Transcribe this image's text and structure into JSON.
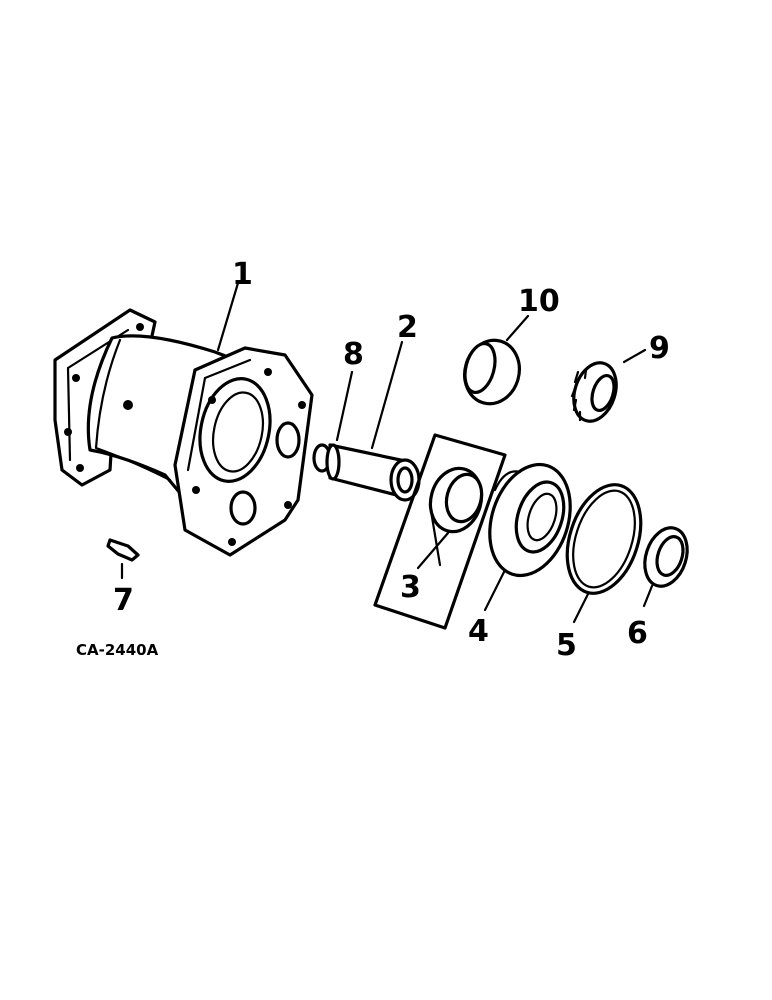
{
  "callouts": {
    "c1": "1",
    "c2": "2",
    "c3": "3",
    "c4": "4",
    "c5": "5",
    "c6": "6",
    "c7": "7",
    "c8": "8",
    "c9": "9",
    "c10": "10"
  },
  "drawing_code": "CA-2440A",
  "colors": {
    "ink": "#000000",
    "paper": "#ffffff"
  }
}
